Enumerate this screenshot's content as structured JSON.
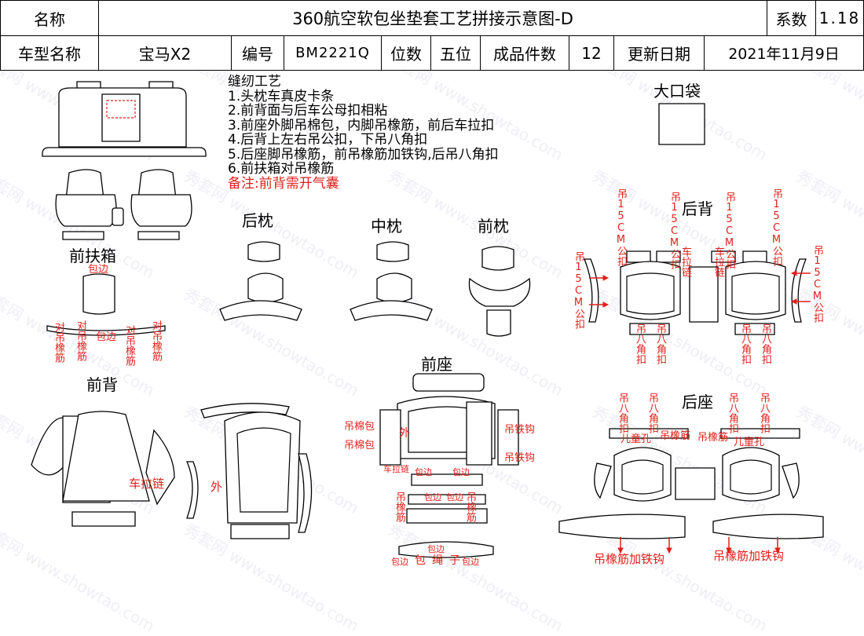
{
  "header": {
    "name_label": "名称",
    "title": "360航空软包坐垫套工艺拼接示意图-D",
    "coef_label": "系数",
    "coef_value": "1.18",
    "model_label": "车型名称",
    "model_value": "宝马X2",
    "code_label": "编号",
    "code_value": "BM2221Q",
    "seats_label": "位数",
    "seats_value": "五位",
    "pieces_label": "成品件数",
    "pieces_value": "12",
    "update_label": "更新日期",
    "update_value": "2021年11月9日"
  },
  "notes": {
    "title": "缝纫工艺",
    "items": [
      "1.头枕车真皮卡条",
      "2.前背面与后车公母扣相粘",
      "3.前座外脚吊棉包，内脚吊橡筋，前后车拉扣",
      "4.后背上左右吊公扣，下吊八角扣",
      "5.后座脚吊橡筋，前吊橡筋加铁钩,后吊八角扣",
      "6.前扶箱对吊橡筋"
    ],
    "remark": "备注:前背需开气囊"
  },
  "sections": {
    "big_pocket": "大口袋",
    "rear_back": "后背",
    "rear_pillow": "后枕",
    "mid_pillow": "中枕",
    "front_pillow": "前枕",
    "front_armrest": "前扶箱",
    "front_back": "前背",
    "front_seat": "前座",
    "rear_seat": "后座"
  },
  "annotations": {
    "hang_15cm_male": "吊15CM公扣",
    "hang_male": "吊15CM公扣",
    "zip": "车拉链",
    "hang_octagon": "吊八角扣",
    "wrap": "包边",
    "pair_elastic": "对吊橡筋",
    "outside": "外",
    "cotton_pack": "吊棉包",
    "iron_hook": "吊铁钩",
    "hang_elastic": "吊橡筋",
    "wrap_rope": "包绳子",
    "child_hole": "儿童孔",
    "elastic_hook": "吊橡筋加铁钩",
    "hang_elastic_short": "吊橡筋"
  },
  "watermark": "秀套网 www.showtao.com",
  "colors": {
    "annotation": "#e0211b",
    "line": "#000000"
  }
}
